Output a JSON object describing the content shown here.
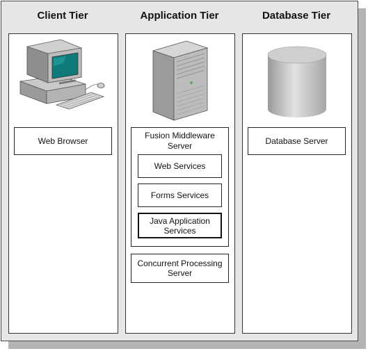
{
  "tiers": {
    "client": {
      "title": "Client Tier",
      "component": "Web Browser"
    },
    "application": {
      "title": "Application Tier",
      "middleware": {
        "label": "Fusion Middleware Server",
        "services": [
          "Web Services",
          "Forms Services",
          "Java Application Services"
        ]
      },
      "concurrent": "Concurrent Processing Server"
    },
    "database": {
      "title": "Database Tier",
      "component": "Database Server"
    }
  },
  "icons": {
    "client": "desktop-computer-icon",
    "application": "tower-server-icon",
    "database": "database-cylinder-icon"
  }
}
